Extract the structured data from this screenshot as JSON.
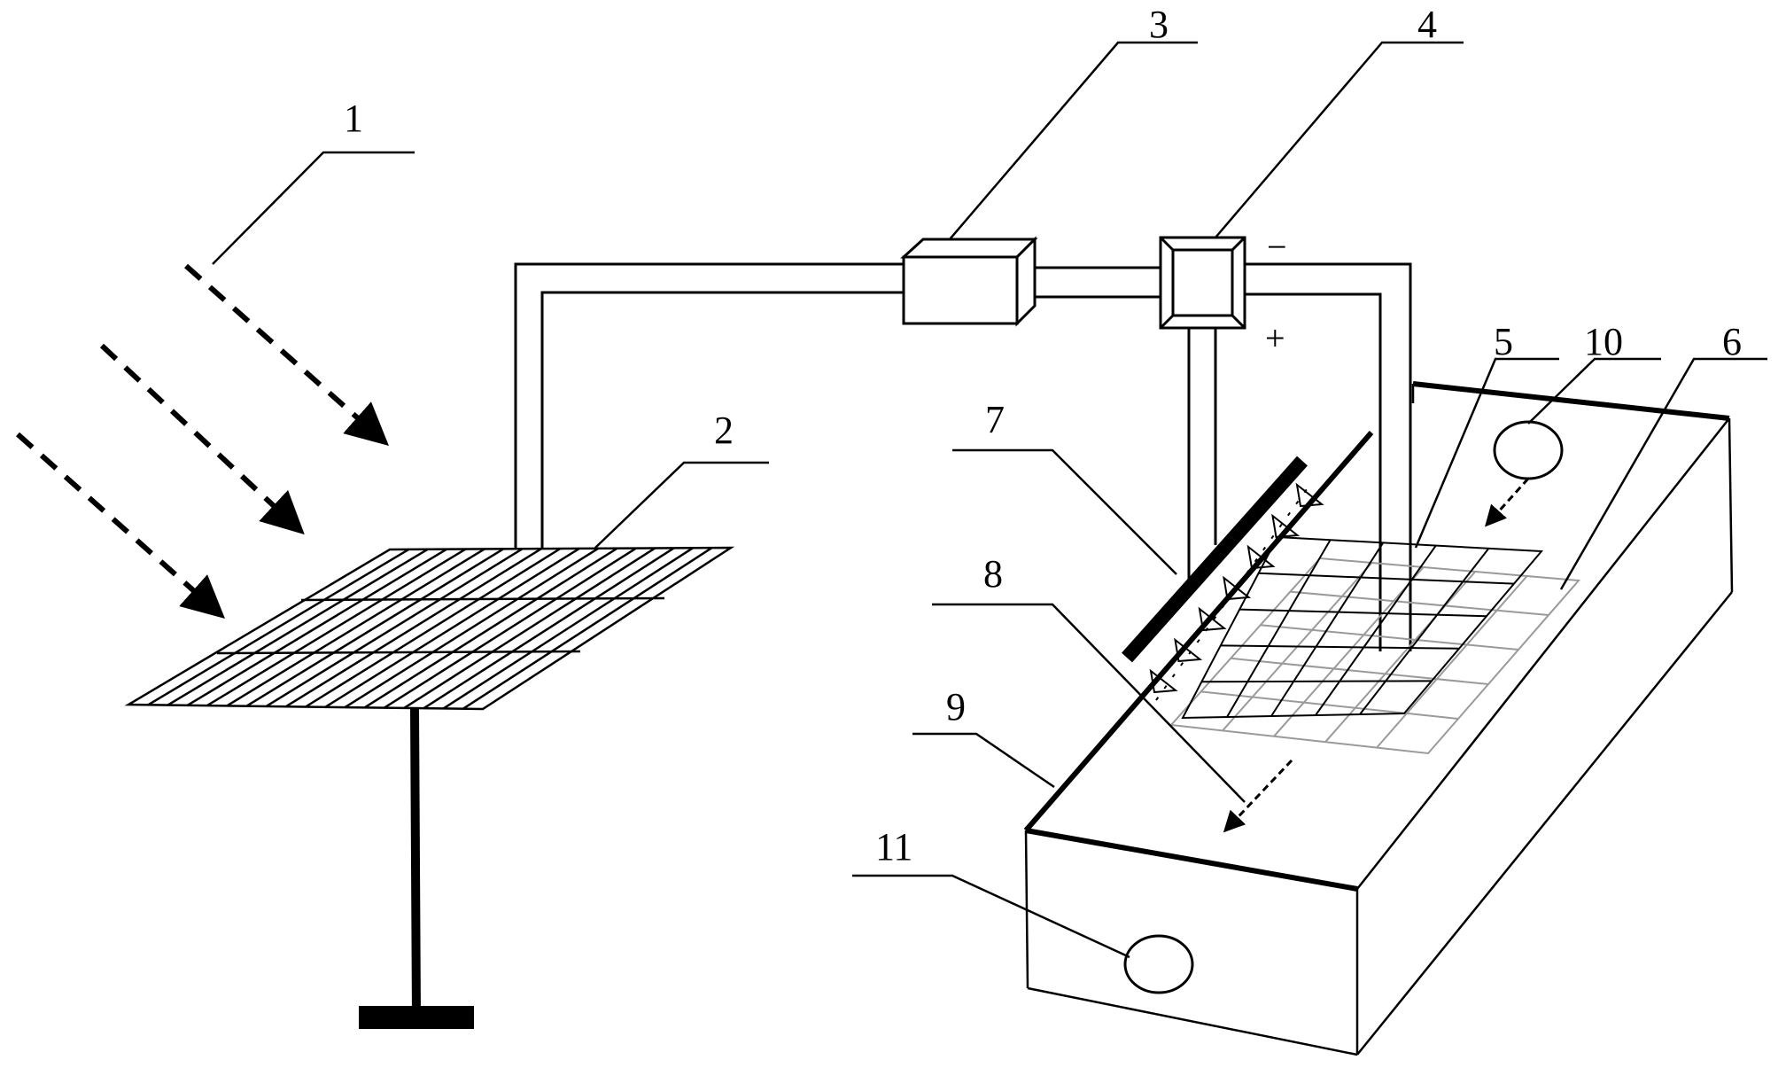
{
  "labels": {
    "l1": "1",
    "l2": "2",
    "l3": "3",
    "l4": "4",
    "l5": "5",
    "l6": "6",
    "l7": "7",
    "l8": "8",
    "l9": "9",
    "l10": "10",
    "l11": "11"
  },
  "polarity": {
    "negative": "−",
    "positive": "+"
  },
  "colors": {
    "line": "#000000",
    "background": "#ffffff",
    "grid_back": "#9a9a9a"
  }
}
